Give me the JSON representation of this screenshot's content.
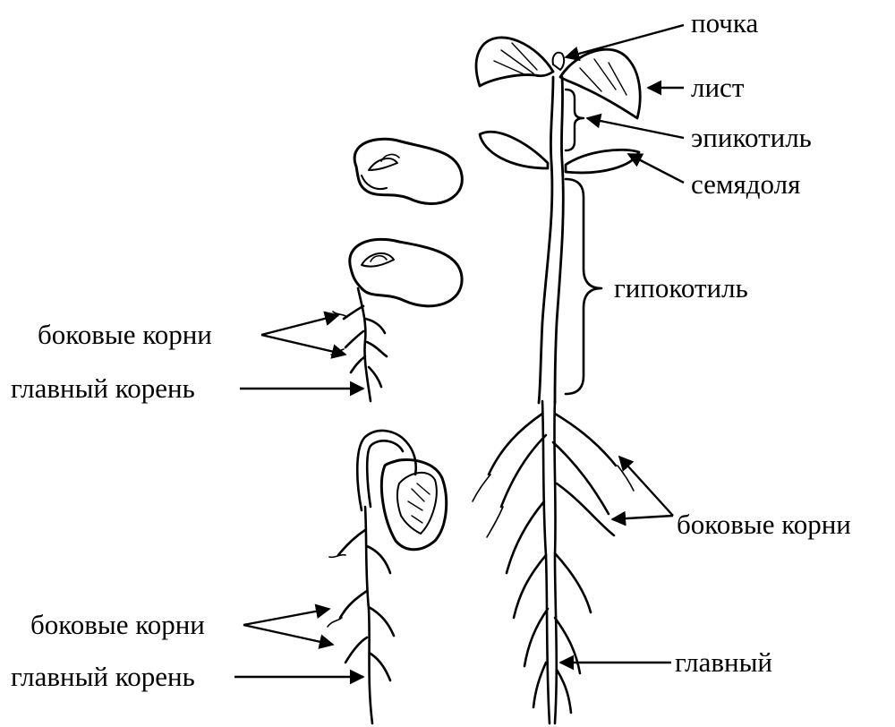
{
  "labels": {
    "bud": "почка",
    "leaf": "лист",
    "epicotyl": "эпикотиль",
    "cotyledon": "семядоля",
    "hypocotyl": "гипокотиль",
    "lateral_roots_right": "боковые корни",
    "main_root_right": "главный",
    "lateral_roots_left_top": "боковые корни",
    "main_root_left_top": "главный корень",
    "lateral_roots_left_bottom": "боковые корни",
    "main_root_left_bottom": "главный корень"
  }
}
